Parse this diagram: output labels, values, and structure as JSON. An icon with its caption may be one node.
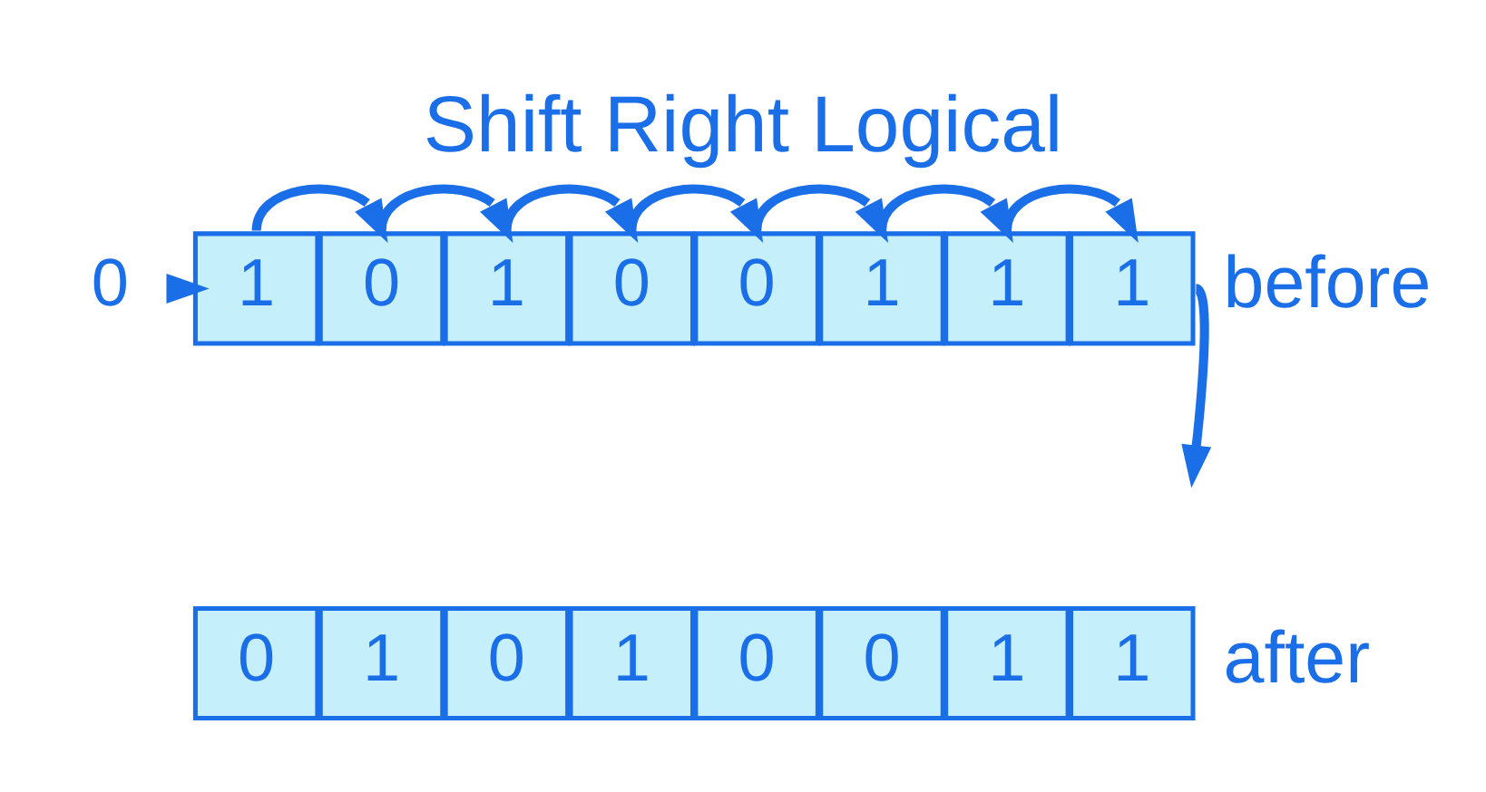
{
  "diagram": {
    "title": "Shift Right Logical",
    "nodes": [
      {
        "text": [
          "0"
        ]
      },
      {
        "text": [
          "1"
        ]
      },
      {
        "text": [
          "0"
        ]
      },
      {
        "text": [
          "1"
        ]
      },
      {
        "text": [
          "0"
        ]
      },
      {
        "text": [
          "0"
        ]
      },
      {
        "text": [
          "1"
        ]
      },
      {
        "text": [
          "1"
        ]
      },
      {
        "text": [
          "1"
        ]
      },
      {
        "text": [
          "0"
        ]
      },
      {
        "text": [
          "1"
        ]
      },
      {
        "text": [
          "0"
        ]
      },
      {
        "text": [
          "1"
        ]
      },
      {
        "text": [
          "0"
        ]
      },
      {
        "text": [
          "0"
        ]
      },
      {
        "text": [
          "1"
        ]
      },
      {
        "text": [
          "1"
        ]
      }
    ],
    "edges": [
      {
        "from": 0,
        "to": 1,
        "arrow": "to"
      },
      {
        "from": 1,
        "to": 2,
        "arrow": "to"
      },
      {
        "from": 2,
        "to": 3,
        "arrow": "to"
      },
      {
        "from": 3,
        "to": 4,
        "arrow": "to"
      },
      {
        "from": 4,
        "to": 5,
        "arrow": "to"
      },
      {
        "from": 5,
        "to": 6,
        "arrow": "to"
      },
      {
        "from": 6,
        "to": 7,
        "arrow": "to"
      },
      {
        "from": 7,
        "to": 8,
        "arrow": "to"
      },
      {
        "from": 8,
        "to": null,
        "arrow": "to"
      }
    ],
    "labels": [
      "before",
      "after"
    ]
  }
}
